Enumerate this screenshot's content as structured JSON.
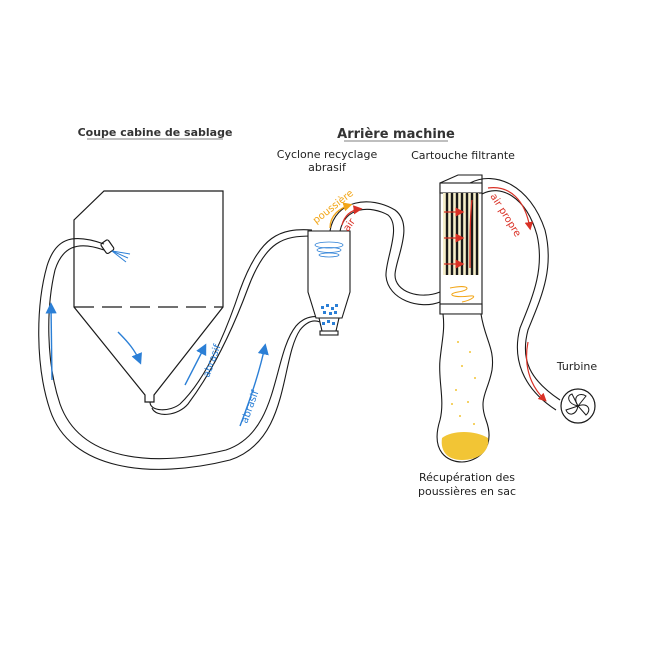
{
  "headers": {
    "left": "Coupe cabine de sablage",
    "right": "Arrière machine"
  },
  "labels": {
    "cyclone_line1": "Cyclone recyclage",
    "cyclone_line2": "abrasif",
    "cartridge": "Cartouche filtrante",
    "turbine": "Turbine",
    "recovery_line1": "Récupération des",
    "recovery_line2": "poussières en sac"
  },
  "flow_labels": {
    "abrasif_upper": "abrasif",
    "abrasif_lower": "abrasif",
    "poussiere": "poussière",
    "air": "air",
    "air_propre": "air propre"
  },
  "colors": {
    "abrasive": "#2b7fd6",
    "air": "#d93025",
    "dust": "#f2a516",
    "outline": "#1a1a1a"
  }
}
